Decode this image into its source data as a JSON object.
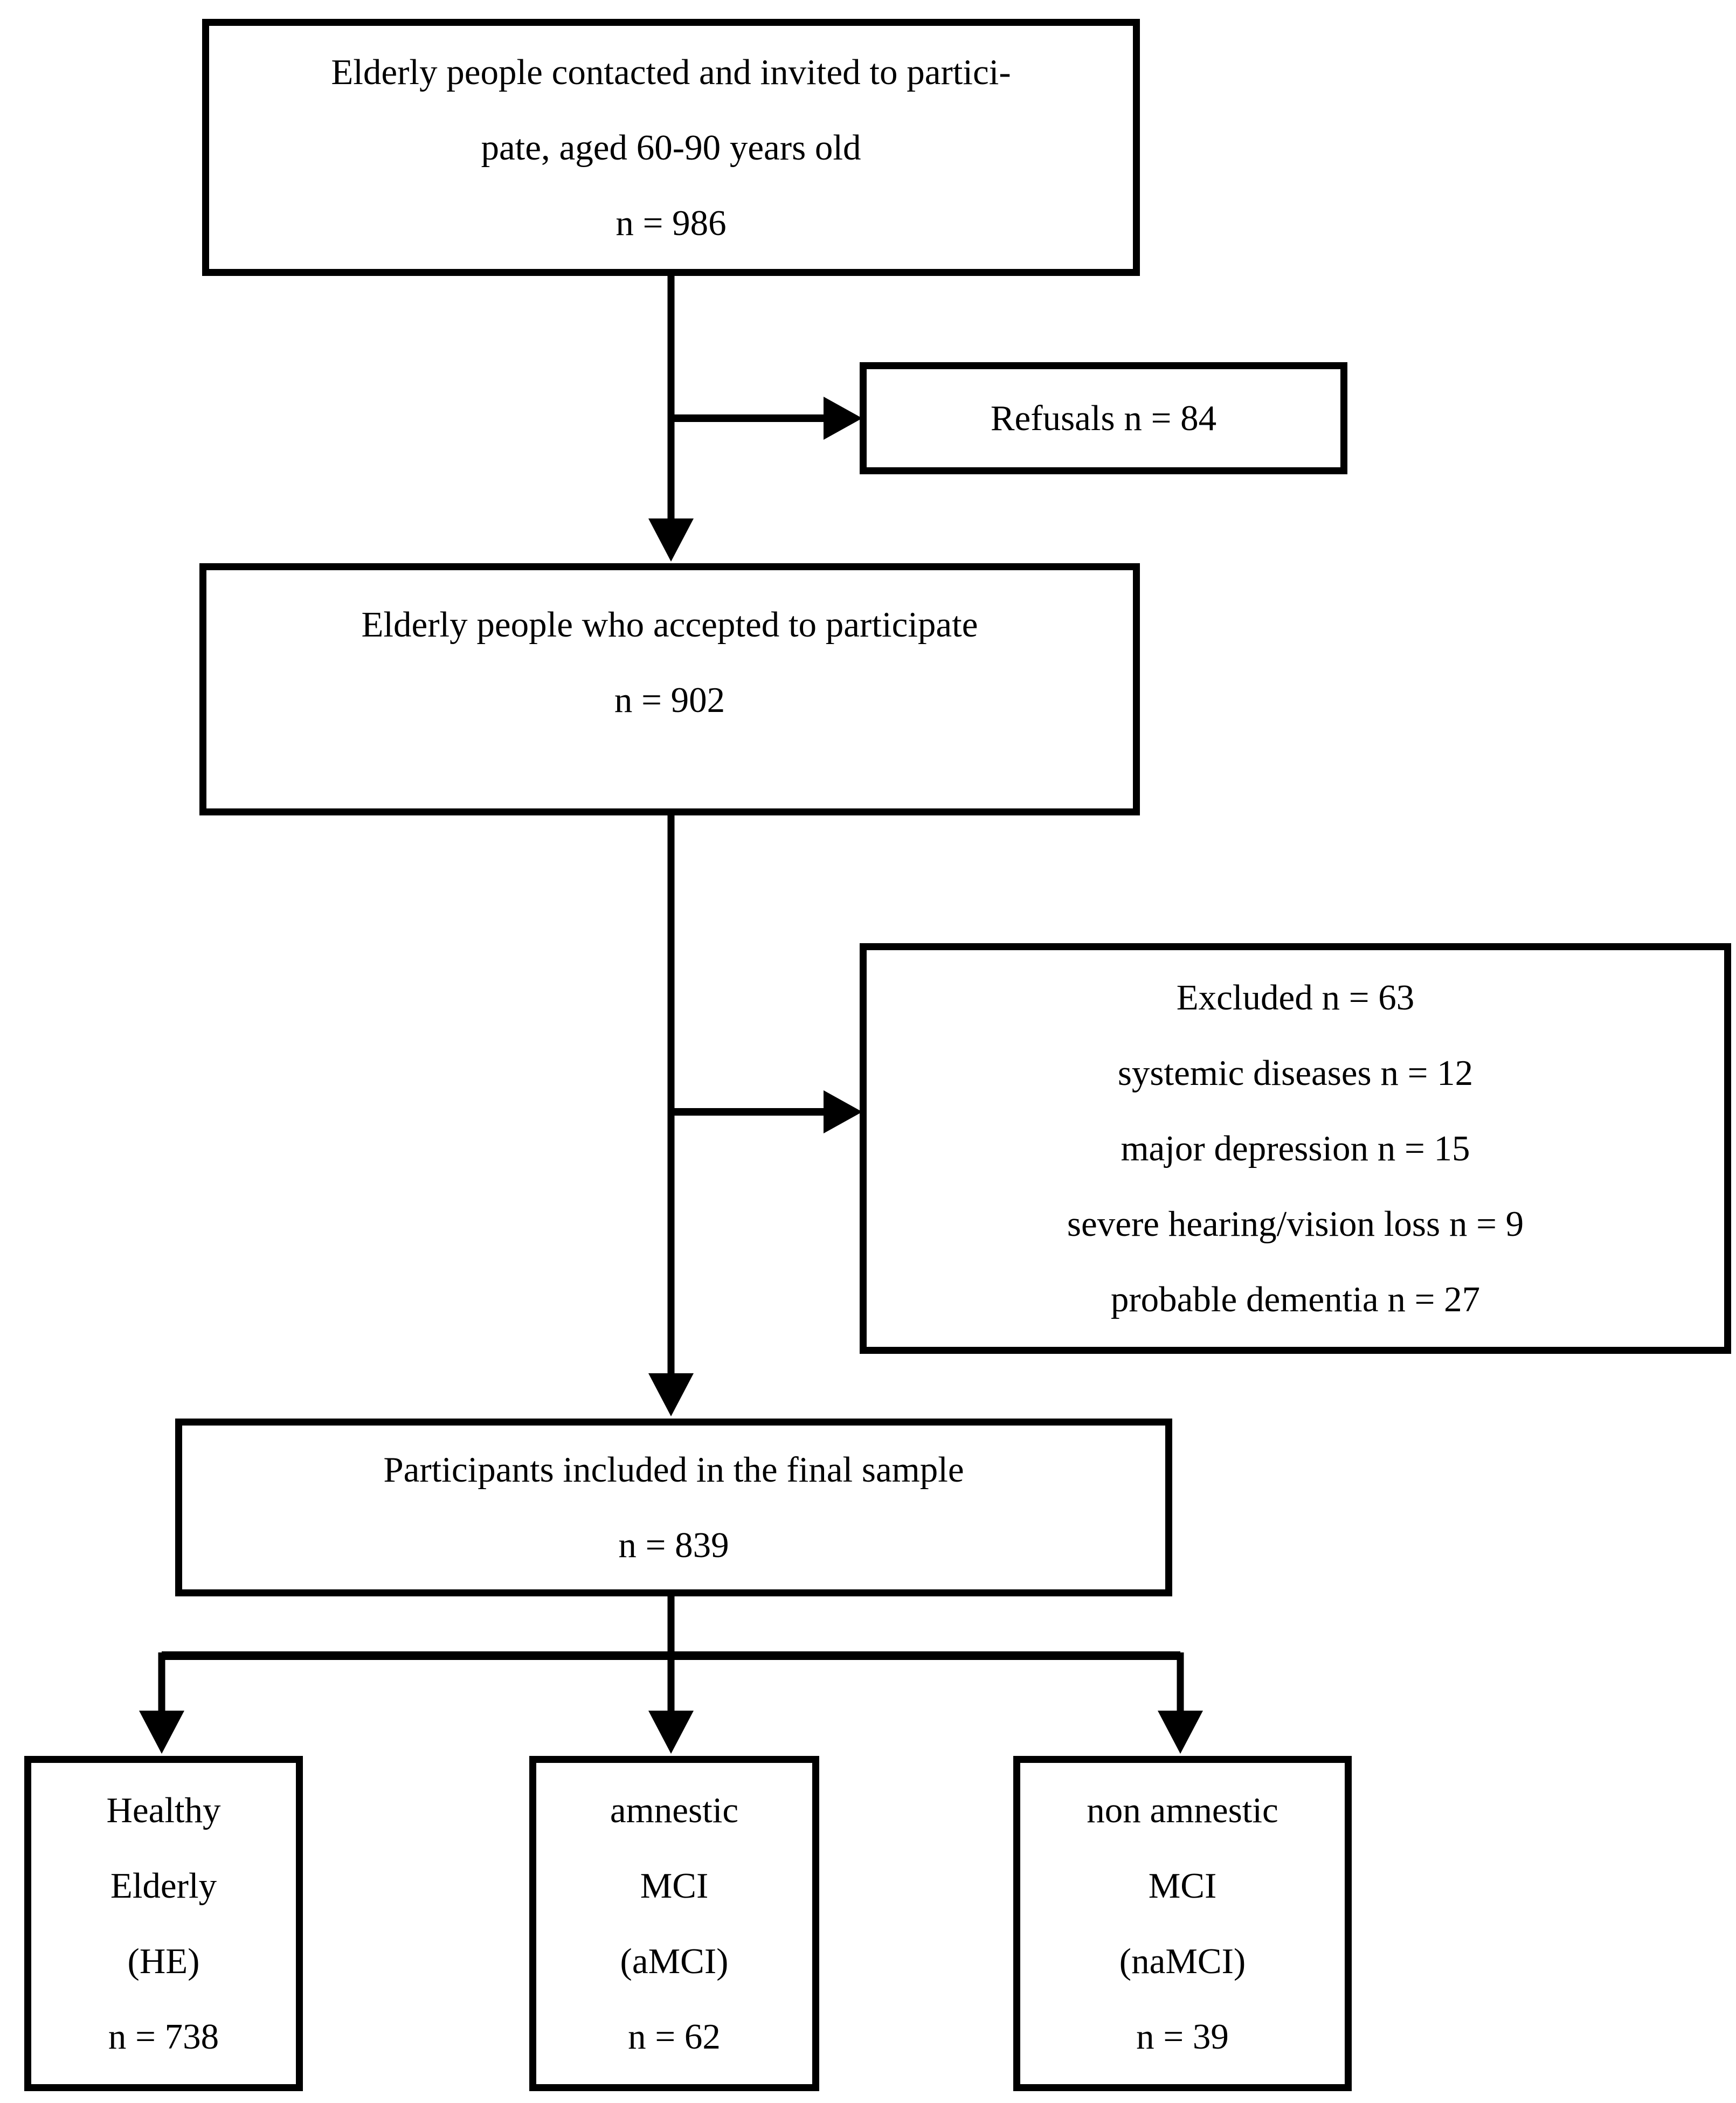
{
  "colors": {
    "line": "#000000",
    "background": "#ffffff",
    "text": "#000000"
  },
  "flowchart": {
    "invited": {
      "lines": [
        "Elderly people contacted and invited to partici-",
        "pate, aged 60-90 years old",
        "n = 986"
      ]
    },
    "refusals": {
      "lines": [
        "Refusals n = 84"
      ]
    },
    "accepted": {
      "lines": [
        "Elderly people who accepted to participate",
        "n = 902"
      ]
    },
    "excluded": {
      "lines": [
        "Excluded n = 63",
        "systemic diseases n = 12",
        "major depression n = 15",
        "severe hearing/vision loss n = 9",
        "probable dementia n = 27"
      ]
    },
    "final_sample": {
      "lines": [
        "Participants included in the final sample",
        "n = 839"
      ]
    },
    "healthy_elderly": {
      "lines": [
        "Healthy",
        "Elderly",
        "(HE)",
        "n = 738"
      ]
    },
    "amnestic_mci": {
      "lines": [
        "amnestic",
        "MCI",
        "(aMCI)",
        "n = 62"
      ]
    },
    "non_amnestic_mci": {
      "lines": [
        "non amnestic",
        "MCI",
        "(naMCI)",
        "n = 39"
      ]
    }
  }
}
